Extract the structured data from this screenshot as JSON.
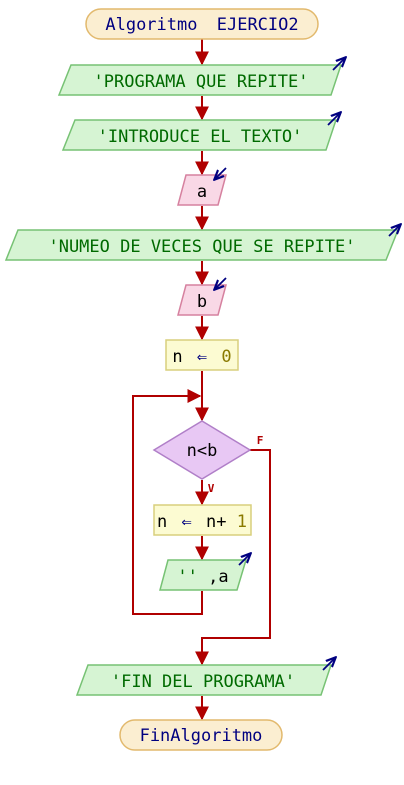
{
  "flowchart": {
    "start": {
      "keyword": "Algoritmo",
      "name": "EJERCIO2"
    },
    "outputs": {
      "out1": "'PROGRAMA QUE REPITE'",
      "out2": "'INTRODUCE EL TEXTO'",
      "out3": "'NUMEO DE VECES QUE SE REPITE'",
      "out4_quotes": "''",
      "out4_sep": ",a",
      "out5": "'FIN DEL PROGRAMA'"
    },
    "inputs": {
      "in1": "a",
      "in2": "b"
    },
    "assign1": {
      "var": "n",
      "arrow": "⇐",
      "value": "0"
    },
    "decision": {
      "condition": "n<b",
      "true_label": "V",
      "false_label": "F"
    },
    "assign2": {
      "var": "n",
      "arrow": "⇐",
      "expr_var": "n+",
      "expr_num": "1"
    },
    "end": {
      "label": "FinAlgoritmo"
    }
  },
  "colors": {
    "terminal_fill": "#fbeed1",
    "terminal_stroke": "#e2b96d",
    "terminal_text": "#000080",
    "output_fill": "#d6f4d3",
    "output_stroke": "#77c274",
    "output_text": "#006a00",
    "input_fill": "#f9d8e6",
    "input_stroke": "#d6819f",
    "process_fill": "#fcfbd2",
    "process_stroke": "#d8cf7d",
    "decision_fill": "#e8c8f4",
    "decision_stroke": "#b07fc8",
    "number_color": "#8a7a00",
    "line": "#b00000",
    "io_arrow": "#000080"
  },
  "icons": [
    "output-arrow-icon",
    "input-arrow-icon"
  ]
}
